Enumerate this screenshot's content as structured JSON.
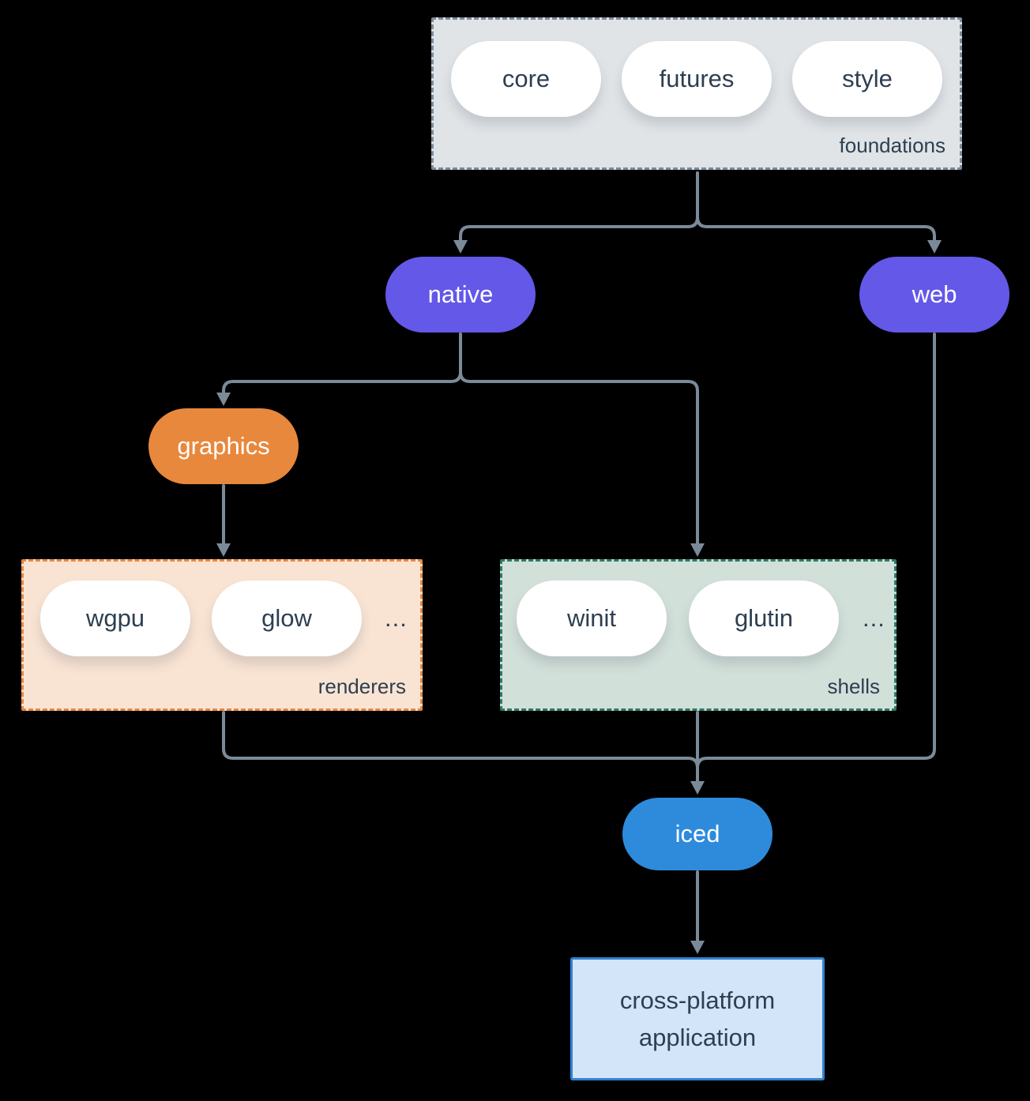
{
  "diagram": {
    "foundations": {
      "label": "foundations",
      "items": [
        "core",
        "futures",
        "style"
      ]
    },
    "native": {
      "label": "native"
    },
    "web": {
      "label": "web"
    },
    "graphics": {
      "label": "graphics"
    },
    "renderers": {
      "label": "renderers",
      "items": [
        "wgpu",
        "glow"
      ],
      "ellipsis": "..."
    },
    "shells": {
      "label": "shells",
      "items": [
        "winit",
        "glutin"
      ],
      "ellipsis": "..."
    },
    "iced": {
      "label": "iced"
    },
    "application": {
      "line1": "cross-platform",
      "line2": "application"
    },
    "colors": {
      "background": "#000000",
      "wire": "#7b8a99",
      "purple_node": "#6358e8",
      "orange_node": "#e8883c",
      "blue_node": "#2e8bdc",
      "foundations_fill": "#e0e4e7",
      "foundations_border": "#7d8b99",
      "renderers_fill": "#f9e4d3",
      "renderers_border": "#e8873f",
      "shells_fill": "#d2e0da",
      "shells_border": "#2c7a68",
      "application_fill": "#d3e5f8",
      "application_border": "#3182d2",
      "dark_text": "#2d3f50",
      "light_text": "#ffffff"
    }
  }
}
